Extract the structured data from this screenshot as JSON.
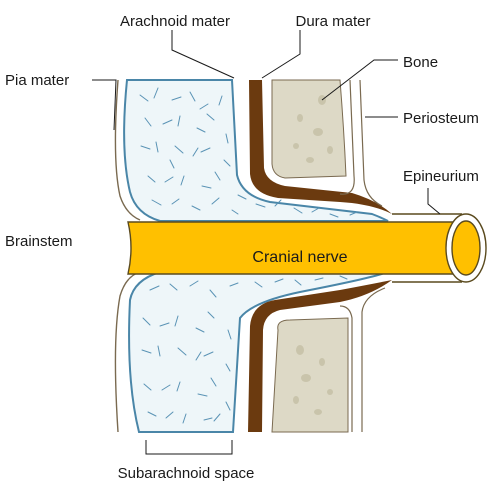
{
  "labels": {
    "arachnoid_mater": "Arachnoid mater",
    "dura_mater": "Dura mater",
    "bone": "Bone",
    "pia_mater": "Pia mater",
    "periosteum": "Periosteum",
    "epineurium": "Epineurium",
    "brainstem": "Brainstem",
    "cranial_nerve": "Cranial nerve",
    "subarachnoid_space": "Subarachnoid space"
  },
  "colors": {
    "nerve": "#ffc000",
    "nerve_outline": "#5a4a1e",
    "dura": "#6b3a0f",
    "bone": "#ddd9c6",
    "bone_spot": "#c9c4ab",
    "arachnoid_line": "#4a86a8",
    "csf_fiber": "#5a93b5",
    "subarachnoid_fill": "#eef6f9",
    "tissue_line": "#7a6a50",
    "leader": "#1a1a1a"
  }
}
